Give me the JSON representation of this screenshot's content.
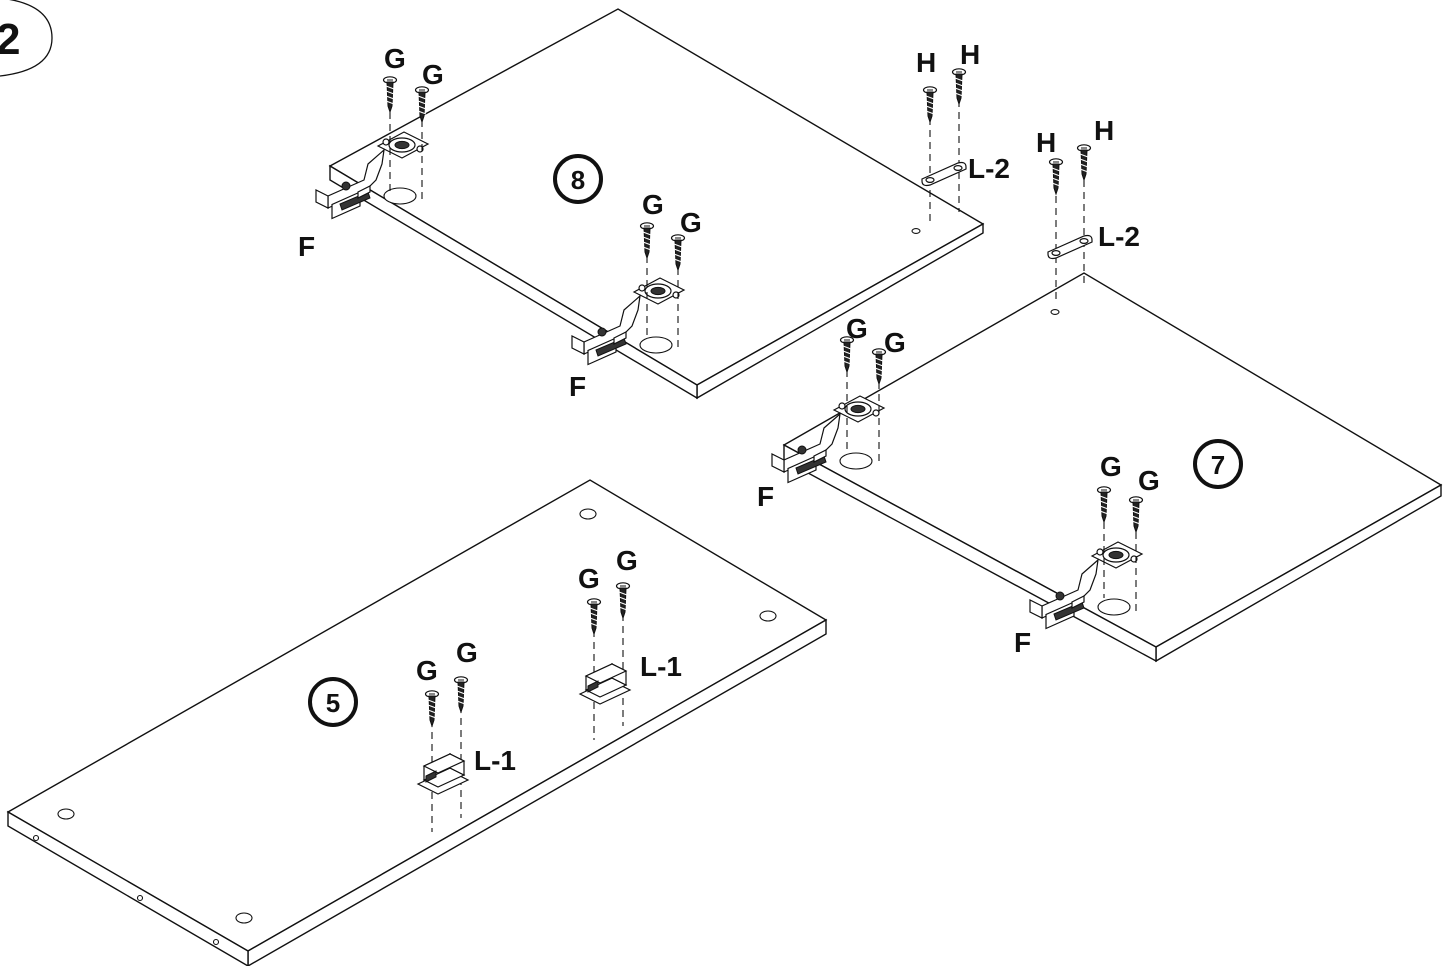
{
  "step": {
    "number": "2"
  },
  "panels": [
    {
      "id": "8",
      "badge": "8",
      "hinges": [
        {
          "hinge_label": "F",
          "screw_labels": [
            "G",
            "G"
          ]
        },
        {
          "hinge_label": "F",
          "screw_labels": [
            "G",
            "G"
          ]
        }
      ],
      "plate": {
        "label": "L-2",
        "screw_labels": [
          "H",
          "H"
        ]
      }
    },
    {
      "id": "7",
      "badge": "7",
      "hinges": [
        {
          "hinge_label": "F",
          "screw_labels": [
            "G",
            "G"
          ]
        },
        {
          "hinge_label": "F",
          "screw_labels": [
            "G",
            "G"
          ]
        }
      ],
      "plate": {
        "label": "L-2",
        "screw_labels": [
          "H",
          "H"
        ]
      }
    },
    {
      "id": "5",
      "badge": "5",
      "catches": [
        {
          "label": "L-1",
          "screw_labels": [
            "G",
            "G"
          ]
        },
        {
          "label": "L-1",
          "screw_labels": [
            "G",
            "G"
          ]
        }
      ]
    }
  ]
}
